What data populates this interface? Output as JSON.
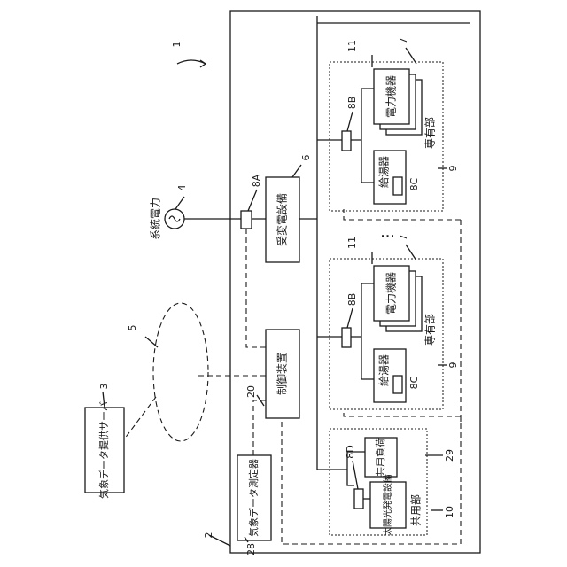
{
  "labels": {
    "system_power": "系統電力",
    "substation": "受変電設備",
    "control_device": "制御装置",
    "weather_server": "気象データ提供サーバ",
    "weather_meter": "気象データ測定器",
    "power_equipment": "電力機器",
    "water_heater": "給湯器",
    "exclusive_part": "専有部",
    "common_part": "共用部",
    "solar_equipment": "太陽光発電設備",
    "common_load": "共用負荷",
    "ellipsis": "⋮"
  },
  "refs": {
    "r1": "1",
    "r2": "2",
    "r3": "3",
    "r4": "4",
    "r5": "5",
    "r6": "6",
    "r7a": "7",
    "r7b": "7",
    "r8a": "8A",
    "r8b_top": "8B",
    "r8b_mid": "8B",
    "r8c_top": "8C",
    "r8c_mid": "8C",
    "r8d": "8D",
    "r9a": "9",
    "r9b": "9",
    "r10": "10",
    "r11a": "11",
    "r11b": "11",
    "r20": "20",
    "r28": "28",
    "r29": "29"
  }
}
